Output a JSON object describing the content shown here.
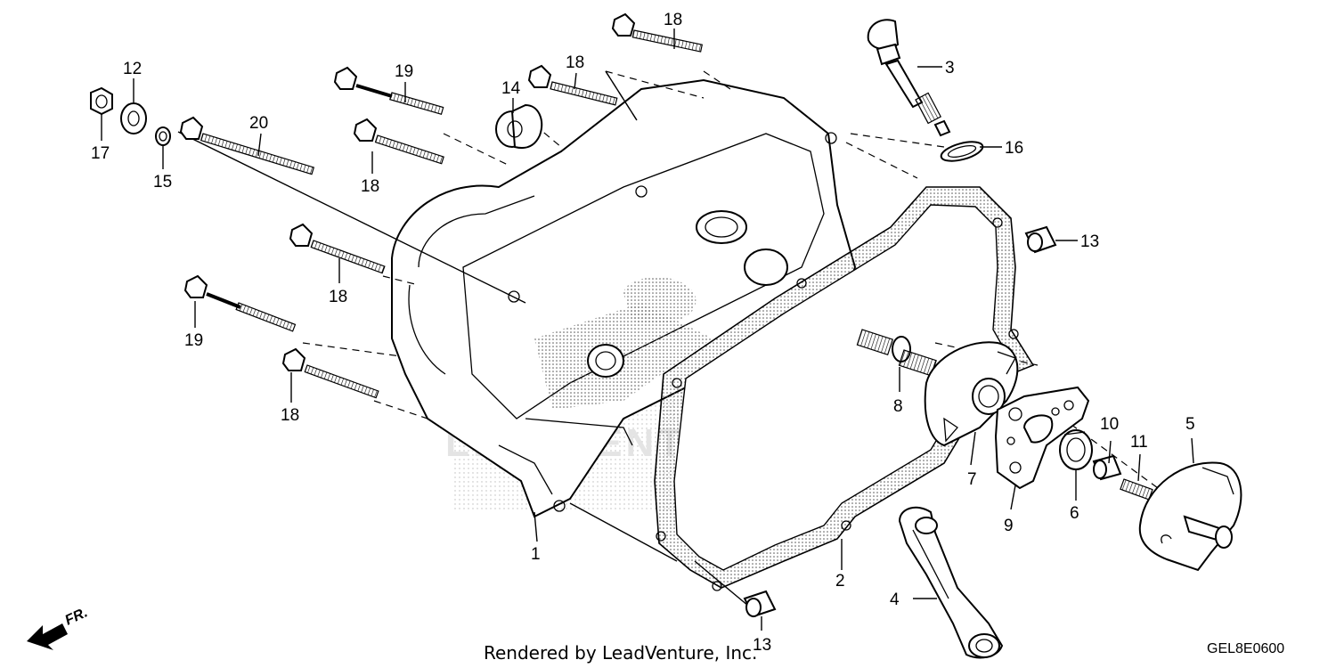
{
  "watermark": "LEADVENTURE",
  "footer": {
    "rendered_by": "Rendered by LeadVenture, Inc.",
    "diagram_code": "GEL8E0600",
    "front_marker": "FR."
  },
  "callouts": {
    "c1": "1",
    "c2": "2",
    "c3": "3",
    "c4": "4",
    "c5": "5",
    "c6": "6",
    "c7": "7",
    "c8": "8",
    "c9": "9",
    "c10": "10",
    "c11": "11",
    "c12": "12",
    "c13a": "13",
    "c13b": "13",
    "c14": "14",
    "c15": "15",
    "c16": "16",
    "c17": "17",
    "c18a": "18",
    "c18b": "18",
    "c18c": "18",
    "c18d": "18",
    "c18e": "18",
    "c19a": "19",
    "c19b": "19",
    "c20": "20"
  }
}
